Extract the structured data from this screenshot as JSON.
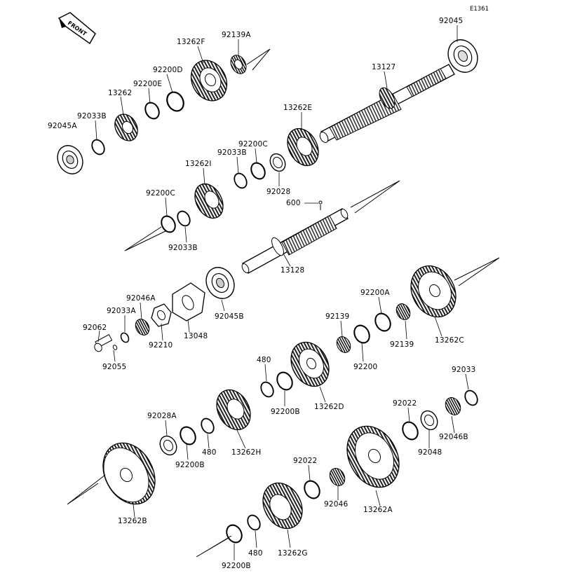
{
  "diagram": {
    "code": "E1361",
    "front_marker": "FRONT",
    "parts": {
      "p92139A": "92139A",
      "p13262F": "13262F",
      "p92045": "92045",
      "p92200D": "92200D",
      "p92200E": "92200E",
      "p13262": "13262",
      "p92033B_top": "92033B",
      "p92045A": "92045A",
      "p13127": "13127",
      "p13262E": "13262E",
      "p92200C_top": "92200C",
      "p92033B_mid": "92033B",
      "p13262I": "13262I",
      "p92028": "92028",
      "p600": "600",
      "p92200C_left": "92200C",
      "p92033B_left": "92033B",
      "p13128": "13128",
      "p92046A": "92046A",
      "p92033A": "92033A",
      "p92062": "92062",
      "p92210": "92210",
      "p13048": "13048",
      "p92045B": "92045B",
      "p92055": "92055",
      "p92200A": "92200A",
      "p92139": "92139",
      "p92139_right": "92139",
      "p13262C": "13262C",
      "p92200": "92200",
      "p480_top": "480",
      "p92200B_mid": "92200B",
      "p13262D": "13262D",
      "p92033": "92033",
      "p92022_right": "92022",
      "p92046B": "92046B",
      "p92048": "92048",
      "p92028A": "92028A",
      "p480_mid": "480",
      "p13262H": "13262H",
      "p92200B_left": "92200B",
      "p92022_bottom": "92022",
      "p92046": "92046",
      "p13262A": "13262A",
      "p13262B": "13262B",
      "p480_bottom": "480",
      "p13262G": "13262G",
      "p92200B_bottom": "92200B"
    }
  }
}
